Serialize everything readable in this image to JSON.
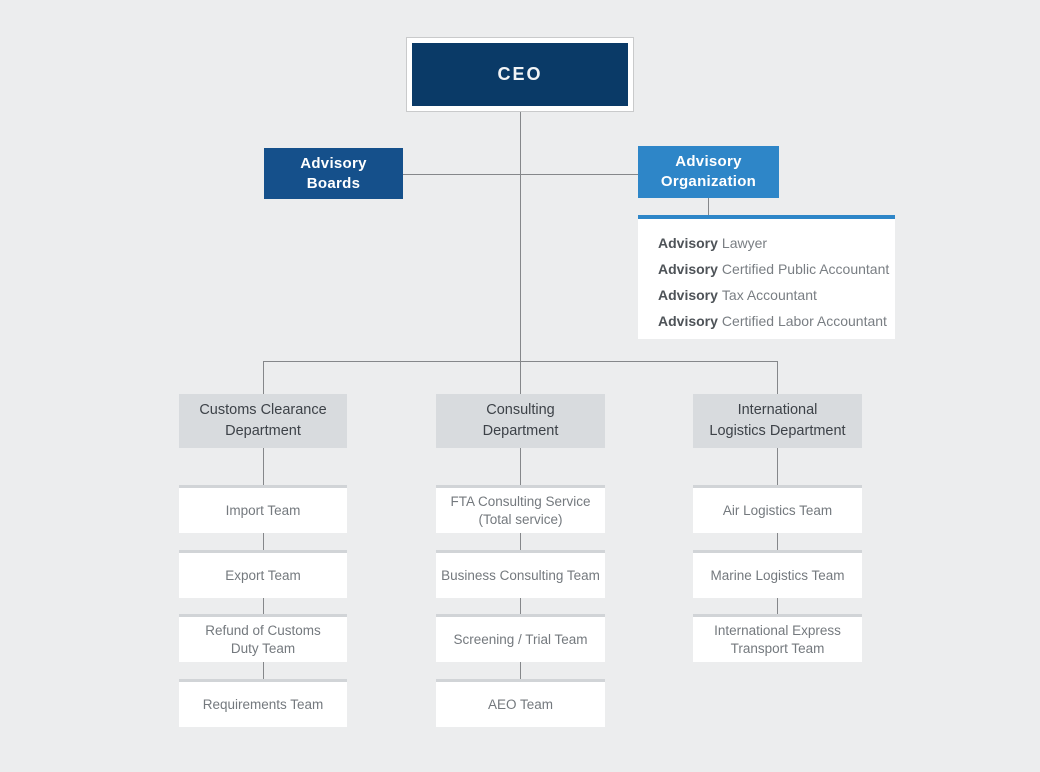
{
  "colors": {
    "background": "#ecedee",
    "ceo_box": "#0a3a67",
    "advisory_boards_box": "#15508b",
    "advisory_organization_box": "#2e86c8",
    "advisory_panel_accent": "#2e86c8",
    "department_box": "#d8dbde",
    "team_box": "#ffffff",
    "connector_line": "#85878a"
  },
  "ceo": {
    "label": "CEO"
  },
  "advisory_boards": {
    "lines": [
      "Advisory",
      "Boards"
    ]
  },
  "advisory_organization": {
    "lines": [
      "Advisory",
      "Organization"
    ],
    "members": [
      {
        "prefix": "Advisory",
        "rest": "Lawyer"
      },
      {
        "prefix": "Advisory",
        "rest": "Certified Public Accountant"
      },
      {
        "prefix": "Advisory",
        "rest": "Tax Accountant"
      },
      {
        "prefix": "Advisory",
        "rest": "Certified Labor Accountant"
      }
    ]
  },
  "departments": [
    {
      "name": "Customs Clearance Department",
      "lines": [
        "Customs Clearance",
        "Department"
      ],
      "teams": [
        {
          "lines": [
            "Import Team"
          ]
        },
        {
          "lines": [
            "Export Team"
          ]
        },
        {
          "lines": [
            "Refund of Customs",
            "Duty Team"
          ]
        },
        {
          "lines": [
            "Requirements Team"
          ]
        }
      ]
    },
    {
      "name": "Consulting Department",
      "lines": [
        "Consulting",
        "Department"
      ],
      "teams": [
        {
          "lines": [
            "FTA Consulting Service",
            "(Total service)"
          ]
        },
        {
          "lines": [
            "Business Consulting Team"
          ]
        },
        {
          "lines": [
            "Screening / Trial Team"
          ]
        },
        {
          "lines": [
            "AEO Team"
          ]
        }
      ]
    },
    {
      "name": "International Logistics Department",
      "lines": [
        "International",
        "Logistics Department"
      ],
      "teams": [
        {
          "lines": [
            "Air Logistics Team"
          ]
        },
        {
          "lines": [
            "Marine Logistics Team"
          ]
        },
        {
          "lines": [
            "International Express",
            "Transport Team"
          ]
        }
      ]
    }
  ]
}
